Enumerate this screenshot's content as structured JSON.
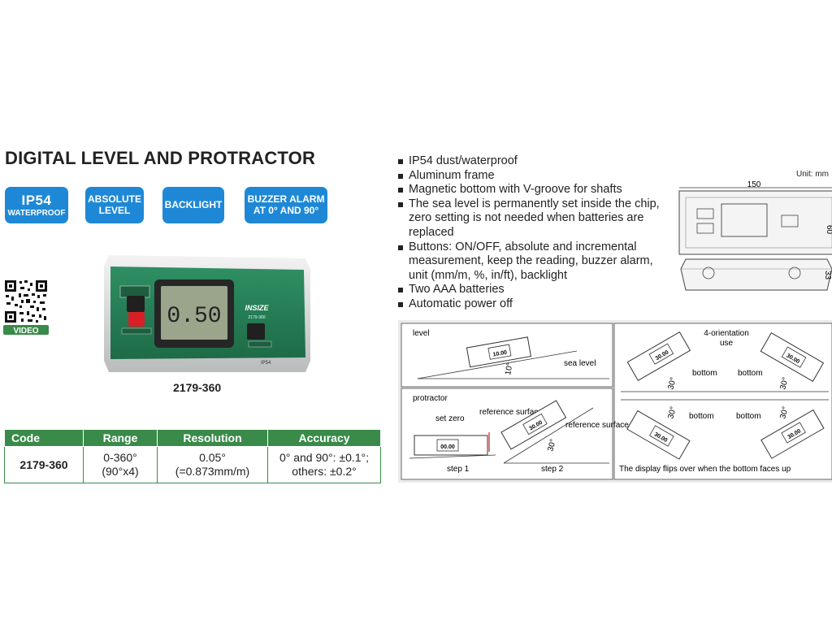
{
  "title": "DIGITAL LEVEL AND PROTRACTOR",
  "badges": [
    {
      "line1": "IP54",
      "line2": "WATERPROOF"
    },
    {
      "line1": "ABSOLUTE",
      "line2": "LEVEL"
    },
    {
      "line1": "BACKLIGHT"
    },
    {
      "line1": "BUZZER ALARM",
      "line2": "AT 0° AND 90°"
    }
  ],
  "qr": {
    "label": "VIDEO"
  },
  "product": {
    "display_value": "0.50",
    "brand": "INSIZE",
    "device_model": "2179-360",
    "rating": "IP54",
    "model_label": "2179-360"
  },
  "spec_table": {
    "headers": [
      "Code",
      "Range",
      "Resolution",
      "Accuracy"
    ],
    "row": {
      "code": "2179-360",
      "range_1": "0-360°",
      "range_2": "(90°x4)",
      "resolution_1": "0.05°",
      "resolution_2": "(=0.873mm/m)",
      "accuracy_1": "0° and 90°: ±0.1°;",
      "accuracy_2": "others: ±0.2°"
    }
  },
  "features": [
    "IP54 dust/waterproof",
    "Aluminum frame",
    "Magnetic bottom with V-groove for shafts",
    "The sea level is permanently set inside the chip, zero setting is not needed when batteries are replaced",
    "Buttons: ON/OFF, absolute and incremental measurement, keep the reading, buzzer alarm, unit (mm/m, %, in/ft), backlight",
    "Two AAA batteries",
    "Automatic power off"
  ],
  "dimensions": {
    "unit": "Unit: mm",
    "length": "150",
    "height": "60",
    "thickness": "33"
  },
  "diagram": {
    "level": "level",
    "sea_level": "sea level",
    "level_angle": "10°",
    "level_reading": "10.00",
    "protractor": "protractor",
    "set_zero": "set zero",
    "reference_surface": "reference surface",
    "step1": "step 1",
    "step2": "step 2",
    "angle30": "30°",
    "reading_zero": "00.00",
    "reading_30": "30.00",
    "orientation_1": "4-orientation",
    "orientation_2": "use",
    "bottom": "bottom",
    "flip_note": "The  display flips over when the bottom faces up"
  }
}
